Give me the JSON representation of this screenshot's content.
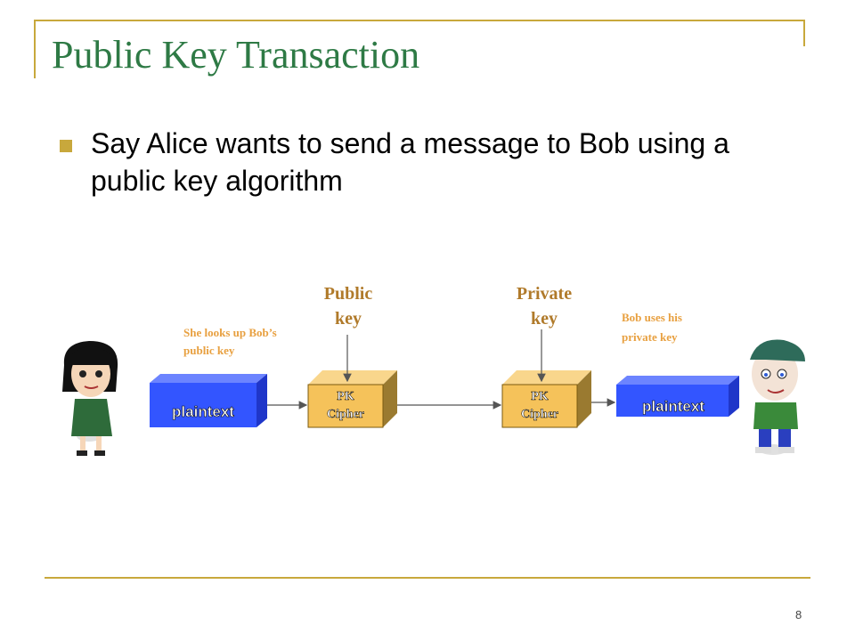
{
  "slide": {
    "title": "Public Key Transaction",
    "bullet": "Say Alice wants to send a message to Bob using a public key algorithm",
    "page_number": "8"
  },
  "diagram": {
    "public_key_label_1": "Public",
    "public_key_label_2": "key",
    "private_key_label_1": "Private",
    "private_key_label_2": "key",
    "note_alice_1": "She looks up Bob’s",
    "note_alice_2": "public key",
    "note_bob_1": "Bob uses his",
    "note_bob_2": "private key",
    "plaintext_left": "plaintext",
    "plaintext_right": "plaintext",
    "cipher1_line1": "PK",
    "cipher1_line2": "Cipher",
    "cipher2_line1": "PK",
    "cipher2_line2": "Cipher"
  },
  "colors": {
    "accent": "#c8a83c",
    "title": "#2e7a45",
    "note": "#e8a040",
    "label": "#b07a2a",
    "box_blue": "#3355ff",
    "box_tan": "#f5c25a"
  }
}
